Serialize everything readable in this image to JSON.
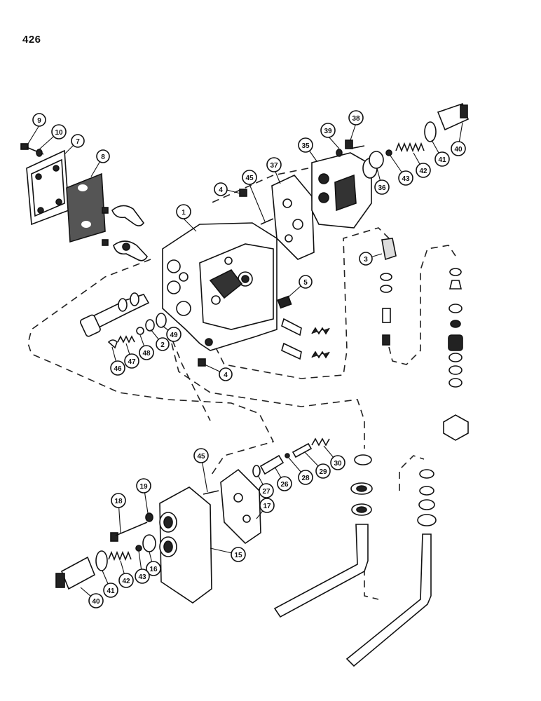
{
  "page_number": "426",
  "callouts": [
    {
      "id": "c9",
      "label": "9"
    },
    {
      "id": "c10",
      "label": "10"
    },
    {
      "id": "c7",
      "label": "7"
    },
    {
      "id": "c8",
      "label": "8"
    },
    {
      "id": "c1",
      "label": "1"
    },
    {
      "id": "c4a",
      "label": "4"
    },
    {
      "id": "c45a",
      "label": "45"
    },
    {
      "id": "c37",
      "label": "37"
    },
    {
      "id": "c35",
      "label": "35"
    },
    {
      "id": "c39",
      "label": "39"
    },
    {
      "id": "c38",
      "label": "38"
    },
    {
      "id": "c36",
      "label": "36"
    },
    {
      "id": "c43a",
      "label": "43"
    },
    {
      "id": "c42a",
      "label": "42"
    },
    {
      "id": "c41a",
      "label": "41"
    },
    {
      "id": "c40a",
      "label": "40"
    },
    {
      "id": "c3",
      "label": "3"
    },
    {
      "id": "c5",
      "label": "5"
    },
    {
      "id": "c2",
      "label": "2"
    },
    {
      "id": "c49",
      "label": "49"
    },
    {
      "id": "c48",
      "label": "48"
    },
    {
      "id": "c47",
      "label": "47"
    },
    {
      "id": "c46",
      "label": "46"
    },
    {
      "id": "c4b",
      "label": "4"
    },
    {
      "id": "c45b",
      "label": "45"
    },
    {
      "id": "c30",
      "label": "30"
    },
    {
      "id": "c29",
      "label": "29"
    },
    {
      "id": "c28",
      "label": "28"
    },
    {
      "id": "c26",
      "label": "26"
    },
    {
      "id": "c27",
      "label": "27"
    },
    {
      "id": "c17",
      "label": "17"
    },
    {
      "id": "c18",
      "label": "18"
    },
    {
      "id": "c19",
      "label": "19"
    },
    {
      "id": "c15",
      "label": "15"
    },
    {
      "id": "c16",
      "label": "16"
    },
    {
      "id": "c43b",
      "label": "43"
    },
    {
      "id": "c42b",
      "label": "42"
    },
    {
      "id": "c41b",
      "label": "41"
    },
    {
      "id": "c40b",
      "label": "40"
    }
  ]
}
